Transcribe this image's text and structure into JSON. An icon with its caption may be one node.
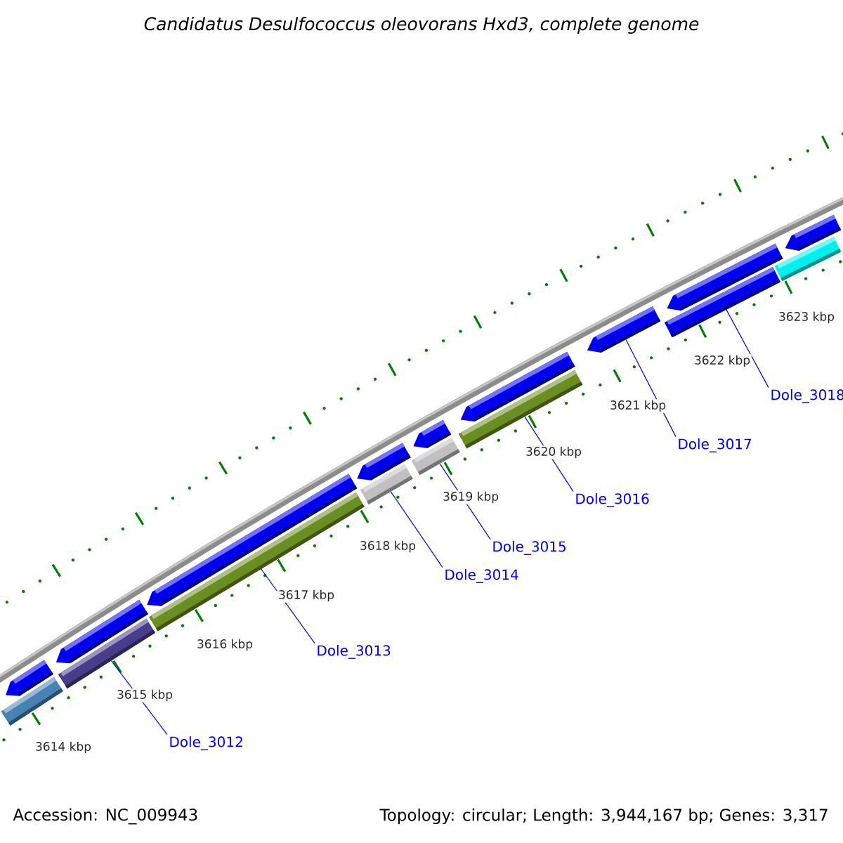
{
  "diagram": {
    "title": "Candidatus Desulfococcus oleovorans Hxd3, complete genome",
    "nodes": [
      {
        "text": [],
        "shape": "arrow"
      },
      {
        "text": [],
        "shape": "bar"
      },
      {
        "text": [],
        "shape": "bar"
      },
      {
        "text": [],
        "shape": "arrow"
      },
      {
        "text": [],
        "shape": "bar"
      },
      {
        "text": [],
        "shape": "arrow"
      },
      {
        "text": [],
        "shape": "bar"
      },
      {
        "text": [],
        "shape": "arrow"
      },
      {
        "text": [],
        "shape": "bar"
      },
      {
        "text": [],
        "shape": "arrow"
      },
      {
        "text": [],
        "shape": "bar"
      },
      {
        "text": [],
        "shape": "arrow"
      },
      {
        "text": [],
        "shape": "arrow"
      },
      {
        "text": [],
        "shape": "bar"
      },
      {
        "text": [],
        "shape": "arrow"
      },
      {
        "text": [],
        "shape": "bar"
      },
      {
        "text": [],
        "shape": "arrow"
      },
      {
        "text": [
          "Dole_3012"
        ]
      },
      {
        "text": [
          "Dole_3013"
        ]
      },
      {
        "text": [
          "Dole_3014"
        ]
      },
      {
        "text": [
          "Dole_3015"
        ]
      },
      {
        "text": [
          "Dole_3016"
        ]
      },
      {
        "text": [
          "Dole_3017"
        ]
      },
      {
        "text": [
          "Dole_3018"
        ]
      }
    ],
    "edges": [
      {
        "from": 17,
        "to": 2,
        "arrow": "none"
      },
      {
        "from": 18,
        "to": 4,
        "arrow": "none"
      },
      {
        "from": 19,
        "to": 6,
        "arrow": "none"
      },
      {
        "from": 20,
        "to": 8,
        "arrow": "none"
      },
      {
        "from": 21,
        "to": 10,
        "arrow": "none"
      },
      {
        "from": 22,
        "to": 12,
        "arrow": "none"
      },
      {
        "from": 23,
        "to": 13,
        "arrow": "none"
      }
    ],
    "labels": [
      "3614 kbp",
      "3615 kbp",
      "3616 kbp",
      "3617 kbp",
      "3618 kbp",
      "3619 kbp",
      "3620 kbp",
      "3621 kbp",
      "3622 kbp",
      "3623 kbp",
      "Accession: NC_009943",
      "Topology: circular; Length: 3,944,167 bp; Genes: 3,317"
    ]
  }
}
